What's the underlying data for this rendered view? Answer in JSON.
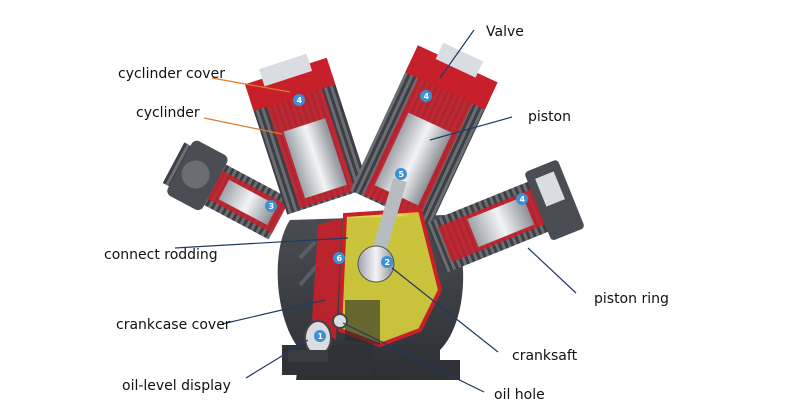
{
  "diagram": {
    "labels": {
      "valve": "Valve",
      "cylinder_cover": "cyclinder cover",
      "cylinder": "cyclinder",
      "piston": "piston",
      "connect_rodding": "connect rodding",
      "piston_ring": "piston ring",
      "crankcase_cover": "crankcase cover",
      "cranksaft": "cranksaft",
      "oil_level_display": "oil-level display",
      "oil_hole": "oil hole"
    },
    "badges": [
      "4",
      "4",
      "5",
      "3",
      "4",
      "6",
      "2",
      "1"
    ],
    "colors": {
      "body": "#3a3d42",
      "fin": "#55585e",
      "cutaway": "#c8202a",
      "crank": "#d8d23a",
      "steel": "#d9dce0",
      "badge": "#3d8fd6",
      "leader_orange": "#e07a2a",
      "leader_navy": "#1f3a66"
    }
  }
}
